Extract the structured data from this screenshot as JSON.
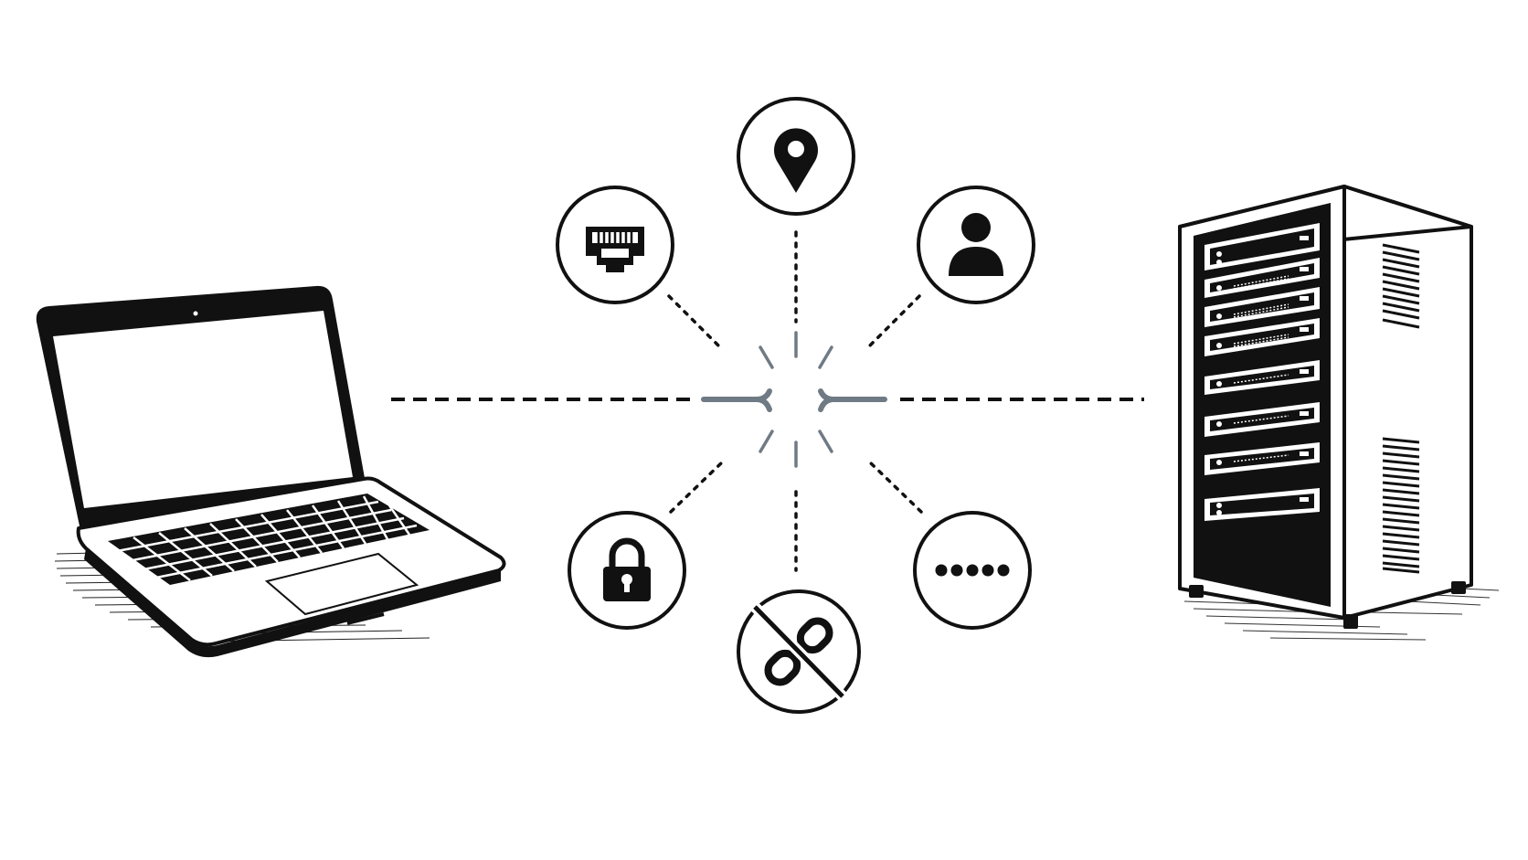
{
  "diagram": {
    "left_device": "laptop",
    "right_device": "server-rack",
    "connection_state": "broken",
    "surrounding_icons": [
      "ethernet-port-icon",
      "location-pin-icon",
      "user-icon",
      "padlock-icon",
      "broken-link-icon",
      "password-dots-icon"
    ]
  },
  "colors": {
    "ink": "#111111",
    "background": "#ffffff",
    "break_gray": "#6f7a84"
  }
}
